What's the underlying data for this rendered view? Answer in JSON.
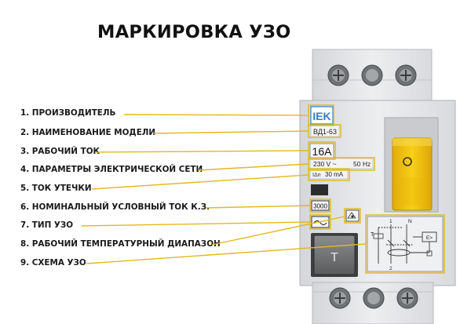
{
  "title": "МАРКИРОВКА УЗО",
  "labels": [
    "1. ПРОИЗВОДИТЕЛЬ",
    "2. НАИМЕНОВАНИЕ МОДЕЛИ",
    "3. РАБОЧИЙ ТОК",
    "4. ПАРАМЕТРЫ ЭЛЕКТРИЧЕСКОЙ СЕТИ",
    "5. ТОК УТЕЧКИ",
    "6. НОМИНАЛЬНЫЙ УСЛОВНЫЙ ТОК К.З.",
    "7. ТИП УЗО",
    "8. РАБОЧИЙ ТЕМПЕРАТУРНЫЙ ДИАПАЗОН",
    "9. СХЕМА УЗО"
  ],
  "device": {
    "brand": "IEK",
    "model": "ВД1-63",
    "current": "16A",
    "voltage": "230 V ~",
    "frequency": "50 Hz",
    "leak_prefix": "IΔn",
    "leakage": "30 mA",
    "short_circuit": "3000",
    "test_button": "T",
    "scheme_test": "T",
    "scheme_e": "E>",
    "scheme_n": "N",
    "scheme_1": "1",
    "scheme_2": "2"
  },
  "colors": {
    "callout_line": "#e2b81c",
    "handle": "#f6c70d",
    "brand": "#2f7fcc",
    "housing": "#e9eaec"
  }
}
